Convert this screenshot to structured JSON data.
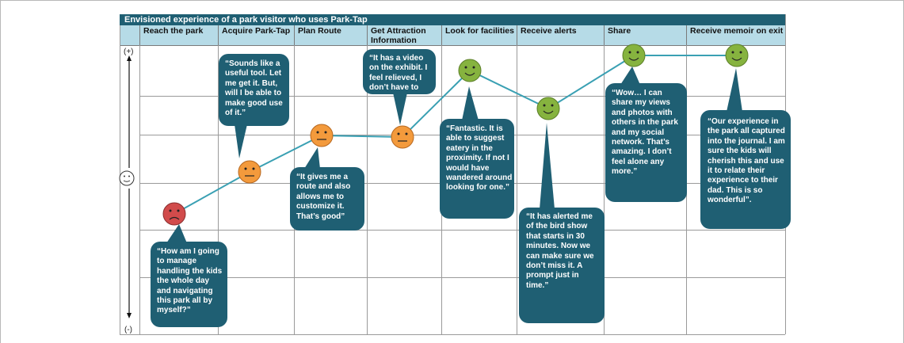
{
  "diagram": {
    "title": "Envisioned experience of a park visitor who uses Park-Tap",
    "stages": [
      "Reach the park",
      "Acquire Park-Tap",
      "Plan Route",
      "Get Attraction Information",
      "Look for facilities",
      "Receive alerts",
      "Share",
      "Receive memoir on exit"
    ],
    "axis": {
      "top_label": "(+)",
      "bottom_label": "(-)"
    },
    "quotes": [
      "“How am I going to manage handling the kids the whole day and navigating this park all by myself?”",
      "“Sounds like a useful tool. Let me get it.  But, will I be able to make good use of it.”",
      "“It gives me a route and also allows me to customize it. That’s good”",
      "“It has a video on the exhibit. I feel relieved, I don’t have to",
      "“Fantastic. It is able to suggest eatery in the proximity. If not I would have wandered around looking for one.”",
      "“It has alerted me of the bird show that starts in 30 minutes. Now we can make sure we don’t miss it. A prompt just in time.”",
      "“Wow… I can share my views and photos with others in the park and my social network. That’s amazing. I don’t feel alone any more.”",
      "“Our experience in the park all captured into the journal. I am sure the kids will cherish this and use it to relate their experience to their dad. This is so wonderful”."
    ],
    "moods": [
      "sad",
      "neutral",
      "neutral",
      "neutral",
      "happy",
      "happy",
      "happy",
      "happy"
    ],
    "colors": {
      "title_bar": "#1f5f73",
      "header": "#b6dbe7",
      "bubble": "#1f5f73",
      "curve": "#3aa0b3",
      "sad": "#d14b4b",
      "neutral": "#f39a3c",
      "happy": "#86b33f"
    }
  }
}
